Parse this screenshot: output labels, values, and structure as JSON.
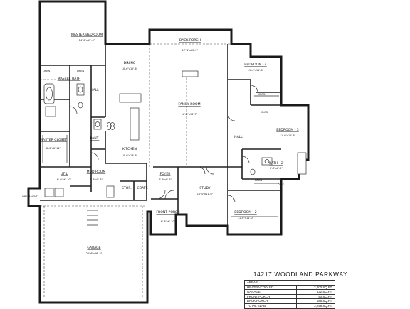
{
  "plan_title": "14217 WOODLAND PARKWAY",
  "areas": {
    "heading": "AREAS",
    "rows": [
      {
        "label": "HEATED/COOLED",
        "value": "2,400 SQ.FT."
      },
      {
        "label": "GARAGE",
        "value": "632 SQ.FT."
      },
      {
        "label": "FRONT PORCH",
        "value": "40 SQ.FT."
      },
      {
        "label": "BACK PORCH",
        "value": "186 SQ.FT."
      }
    ],
    "total_label": "TOTAL SLAB",
    "total_value": "3,258 SQ.FT."
  },
  "rooms": {
    "master_bedroom": {
      "name": "MASTER BEDROOM",
      "size": "14'-6\"x15'-6\""
    },
    "master_bath": {
      "name": "MASTER BATH"
    },
    "master_closet": {
      "name": "MASTER CLOSET",
      "size": "8'-6\"x8'-11\""
    },
    "dining": {
      "name": "DINING",
      "size": "10'-6\"x12'-6\""
    },
    "back_porch": {
      "name": "BACK PORCH",
      "size": "17'-1\"x10'-2\""
    },
    "family_room": {
      "name": "FAMILY ROOM",
      "size": "18'-6\"x18'-7\""
    },
    "kitchen": {
      "name": "KITCHEN",
      "size": "10'-6\"x13'-6\""
    },
    "pantry": {
      "name": "PANT."
    },
    "mud_room": {
      "name": "MUD ROOM",
      "size": "6'-6\"x5'-6\""
    },
    "utility": {
      "name": "UTIL",
      "size": "6'-6\"x6'-10\""
    },
    "storage": {
      "name": "STOR."
    },
    "coats": {
      "name": "COATS"
    },
    "foyer": {
      "name": "FOYER",
      "size": "7'-9\"x8'-6\""
    },
    "study": {
      "name": "STUDY",
      "size": "10'-0\"x11'-6\""
    },
    "front_porch": {
      "name": "FRONT PORCH",
      "size": "6'-6\"x6'-10\""
    },
    "garage": {
      "name": "GARAGE",
      "size": "22'-6\"x26'-5\""
    },
    "bedroom_4": {
      "name": "BEDROOM - 4",
      "size": "11'-6\"x11'-6\""
    },
    "bedroom_3": {
      "name": "BEDROOM - 3",
      "size": "11'-6\"x11'-6\""
    },
    "bedroom_2": {
      "name": "BEDROOM - 2",
      "size": "11'-6\"x11'-0\""
    },
    "bath_2": {
      "name": "BATH - 2",
      "size": "5'-0\"x8'-2\""
    },
    "hall_center": {
      "name": "HALL"
    },
    "hall_right": {
      "name": "HALL"
    },
    "linen_a": {
      "name": "LINEN"
    },
    "linen_b": {
      "name": "LINEN"
    },
    "linen_c": {
      "name": "LINEN"
    },
    "clos_a": {
      "name": "CLOS."
    },
    "clos_b": {
      "name": "CLOS."
    },
    "clos_c": {
      "name": "CLOS."
    },
    "dryer_vent": {
      "name": "DRYER VENT"
    }
  }
}
